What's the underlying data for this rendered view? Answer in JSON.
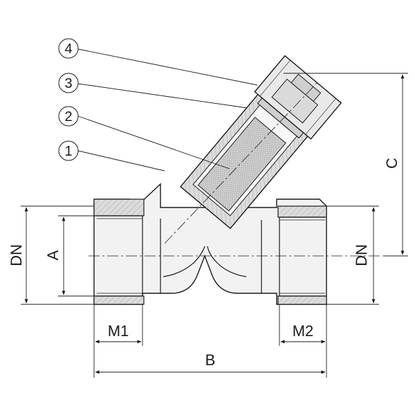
{
  "callouts": [
    "4",
    "3",
    "2",
    "1"
  ],
  "dimensions": {
    "dn_left": "DN",
    "a": "A",
    "dn_right": "DN",
    "c": "C",
    "m1": "M1",
    "m2": "M2",
    "b": "B"
  },
  "colors": {
    "line": "#1a1a1a",
    "section_fill": "#e6e6e6",
    "body_fill": "#f2f2f2"
  }
}
